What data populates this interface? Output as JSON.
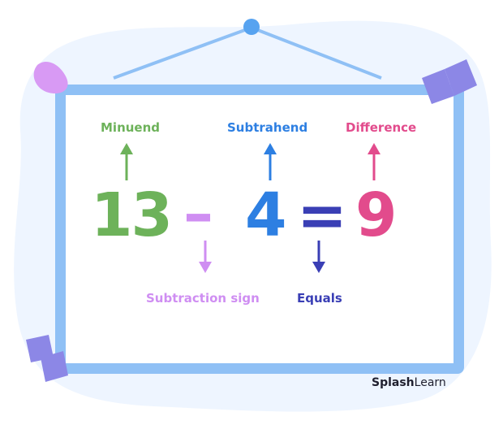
{
  "equation": {
    "minuend": "13",
    "operator": "–",
    "subtrahend": "4",
    "equals": "=",
    "difference": "9"
  },
  "labels": {
    "minuend": "Minuend",
    "subtrahend": "Subtrahend",
    "difference": "Difference",
    "subtraction_sign": "Subtraction sign",
    "equals": "Equals"
  },
  "brand": {
    "bold": "Splash",
    "light": "Learn"
  },
  "colors": {
    "minuend": "#6db25a",
    "operator": "#cf8ef2",
    "subtrahend": "#2d7fe2",
    "equals": "#3a3fb5",
    "difference": "#e24b8c",
    "frame": "#8fc0f5",
    "blob": "#eef5ff"
  },
  "icons": [
    "hanging-pin-icon",
    "corner-block-icon",
    "leaf-ornament-icon"
  ]
}
